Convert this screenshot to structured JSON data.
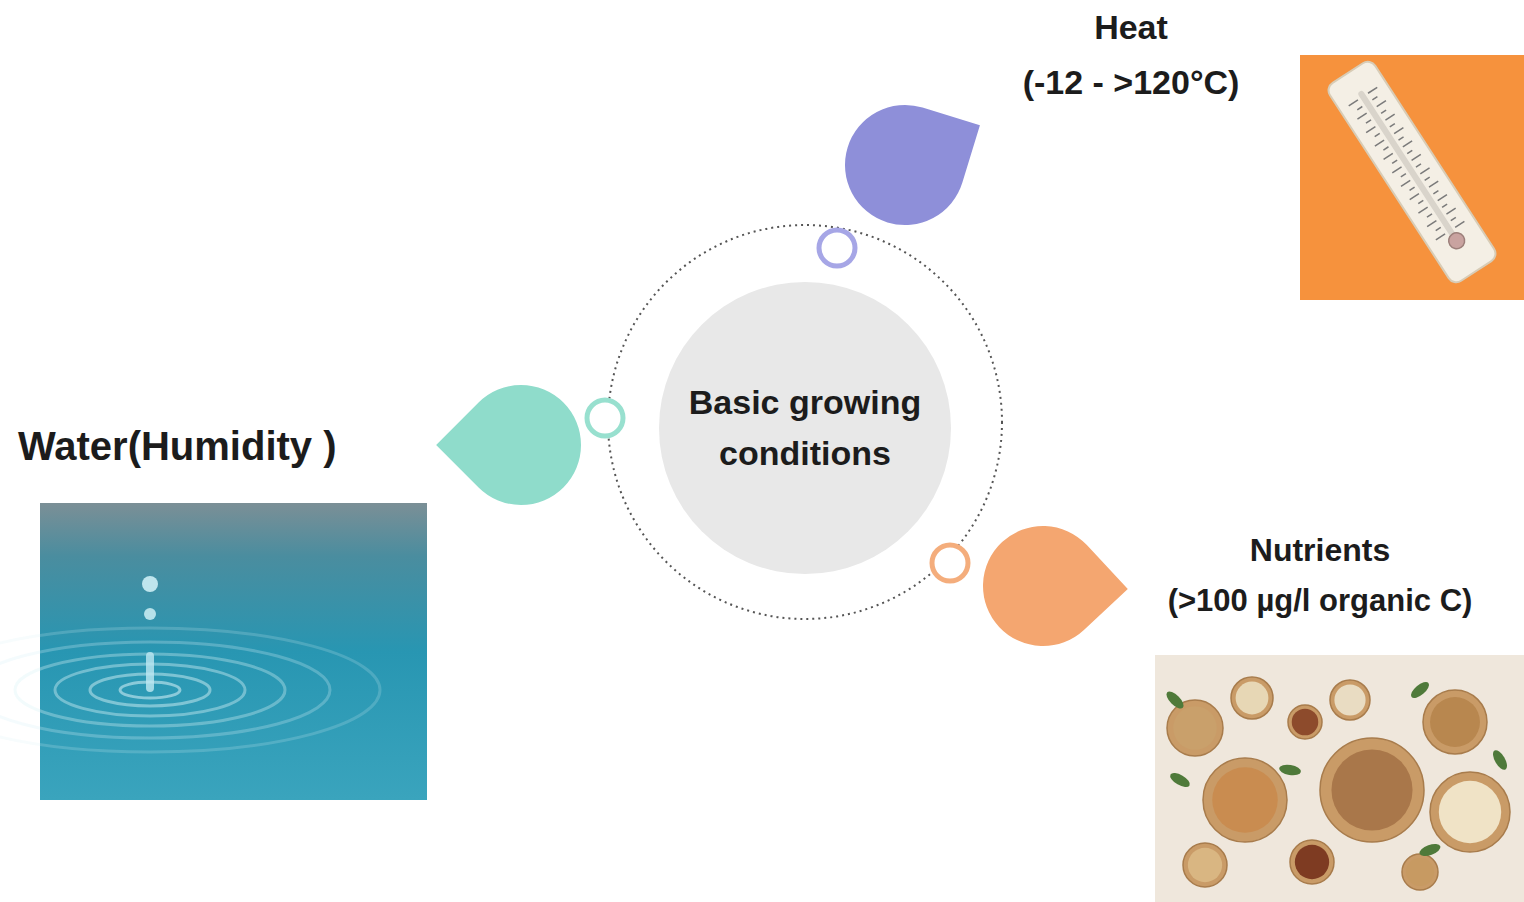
{
  "diagram": {
    "nodes": [
      {
        "text": [
          "Basic growing conditions"
        ]
      }
    ],
    "labels": [
      "Heat",
      "(-12 - >120°C)",
      "Water(Humidity )",
      "Nutrients",
      "(>100 µg/l organic C)"
    ]
  }
}
